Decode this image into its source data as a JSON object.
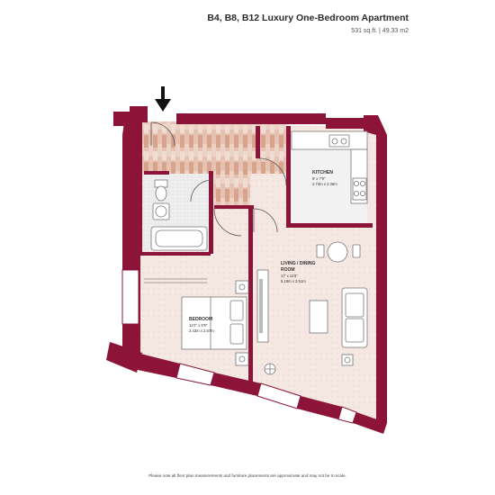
{
  "header": {
    "title": "B4, B8, B12 Luxury One-Bedroom Apartment",
    "area": "531 sq.ft. | 49.33 m2"
  },
  "rooms": [
    {
      "id": "kitchen",
      "name": "KITCHEN",
      "dims_imperial": "9' x 7'9\"",
      "dims_metric": "2.74m x 2.36m"
    },
    {
      "id": "living",
      "name_line1": "LIVING / DINING",
      "name_line2": "ROOM",
      "dims_imperial": "17' x 11'6\"",
      "dims_metric": "5.18m x 3.51m"
    },
    {
      "id": "bedroom",
      "name": "BEDROOM",
      "dims_imperial": "11'0\" x 8'9\"",
      "dims_metric": "3.43m x 2.67m"
    }
  ],
  "footer": {
    "disclaimer": "Please note all floor plan measurements and furniture placements are approximate and may not be to scale."
  },
  "colors": {
    "wall": "#8c1438",
    "floor_tile": "#f3e3dc",
    "wood": "#d8a892",
    "kitchen_floor": "#f2f2f2"
  },
  "icons": [
    "entrance-arrow-icon"
  ]
}
